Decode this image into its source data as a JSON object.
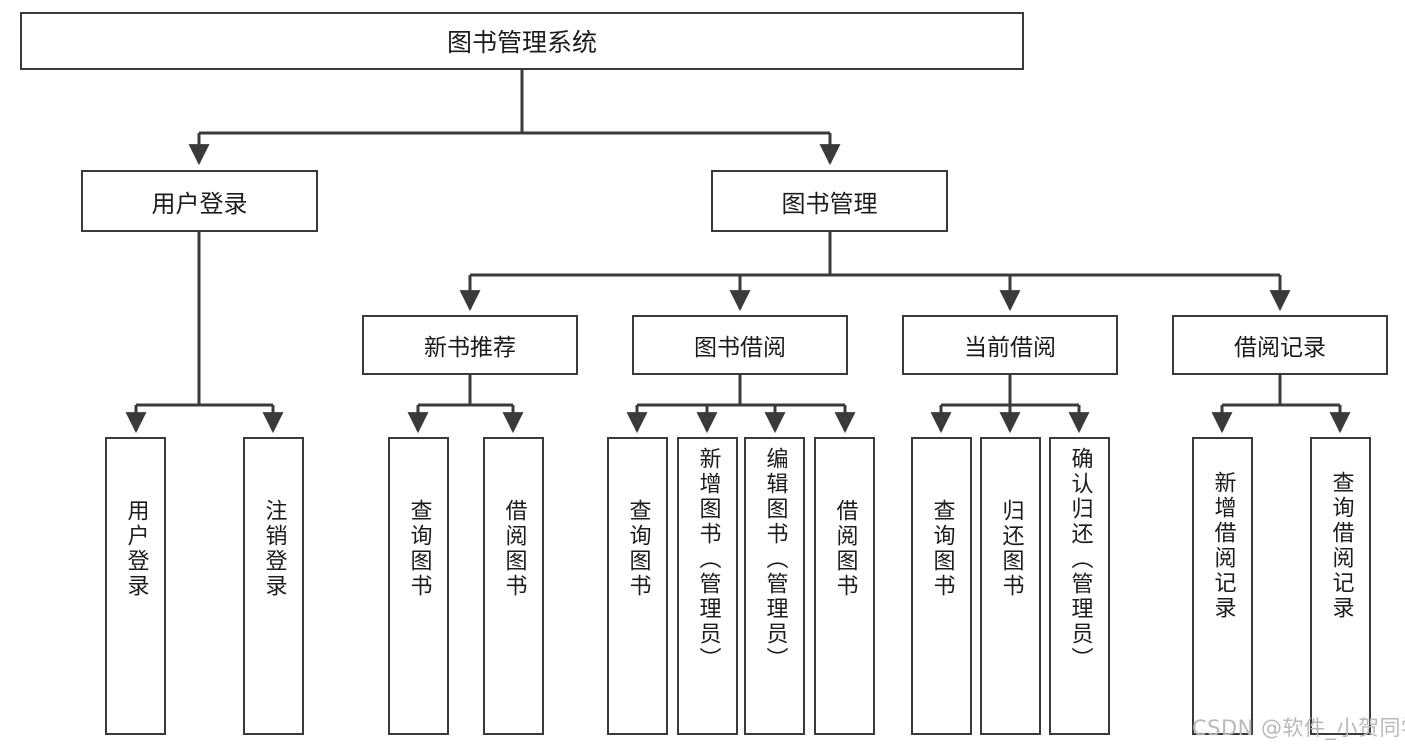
{
  "diagram": {
    "title": "图书管理系统",
    "type": "tree-hierarchy",
    "colors": {
      "stroke": "#3a3a3a",
      "fill": "#ffffff",
      "text": "#1c1c1c",
      "watermark": "#b9b9b9"
    },
    "root": {
      "label": "图书管理系统"
    },
    "level1": [
      {
        "label": "用户登录"
      },
      {
        "label": "图书管理"
      }
    ],
    "level2": [
      {
        "label": "新书推荐"
      },
      {
        "label": "图书借阅"
      },
      {
        "label": "当前借阅"
      },
      {
        "label": "借阅记录"
      }
    ],
    "leaves": {
      "user_login": [
        {
          "label": "用户登录"
        },
        {
          "label": "注销登录"
        }
      ],
      "new_book_recommend": [
        {
          "label": "查询图书"
        },
        {
          "label": "借阅图书"
        }
      ],
      "book_borrow": [
        {
          "label": "查询图书"
        },
        {
          "label": "新增图书（管理员）"
        },
        {
          "label": "编辑图书（管理员）"
        },
        {
          "label": "借阅图书"
        }
      ],
      "current_borrow": [
        {
          "label": "查询图书"
        },
        {
          "label": "归还图书"
        },
        {
          "label": "确认归还（管理员）"
        }
      ],
      "borrow_record": [
        {
          "label": "新增借阅记录"
        },
        {
          "label": "查询借阅记录"
        }
      ]
    }
  },
  "watermark": {
    "text": "CSDN @软件_小贺同学"
  }
}
